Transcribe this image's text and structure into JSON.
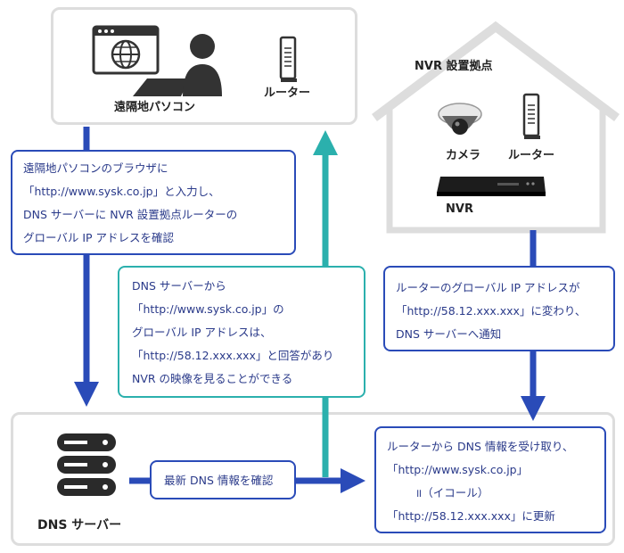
{
  "remote_pc": {
    "label": "遠隔地パソコン"
  },
  "router_top": {
    "label": "ルーター"
  },
  "nvr_site": {
    "title": "NVR 設置拠点",
    "camera_label": "カメラ",
    "router_label": "ルーター",
    "nvr_label": "NVR"
  },
  "dns_server": {
    "label": "DNS サーバー"
  },
  "notes": {
    "browser_lines": [
      "遠隔地パソコンのブラウザに",
      "「http://www.sysk.co.jp」と入力し、",
      "DNS サーバーに NVR 設置拠点ルーターの",
      "グローバル IP アドレスを確認"
    ],
    "dns_reply_lines": [
      "DNS サーバーから",
      "「http://www.sysk.co.jp」の",
      "グローバル IP アドレスは、",
      "「http://58.12.xxx.xxx」と回答があり",
      "NVR の映像を見ることができる"
    ],
    "router_notify_lines": [
      "ルーターのグローバル IP アドレスが",
      "「http://58.12.xxx.xxx」に変わり、",
      "DNS サーバーへ通知"
    ],
    "latest_dns": "最新 DNS 情報を確認",
    "dns_update_lines": [
      "ルーターから DNS 情報を受け取り、",
      "「http://www.sysk.co.jp」",
      "        ॥（イコール）",
      "「http://58.12.xxx.xxx」に更新"
    ]
  },
  "colors": {
    "blue": "#2a4bb8",
    "teal": "#2bb0ad",
    "grey": "#dddddd"
  }
}
